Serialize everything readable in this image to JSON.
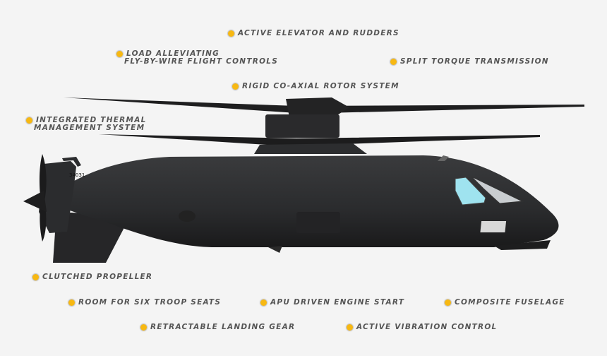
{
  "colors": {
    "background": "#f4f4f4",
    "bullet": "#f7b812",
    "text": "#555555",
    "fuselage": "#2b2c2e",
    "canopy": "#9fe3ef"
  },
  "aircraft_marking": "34031",
  "callouts": [
    {
      "id": "active-elevator",
      "lines": [
        "ACTIVE ELEVATOR AND RUDDERS"
      ]
    },
    {
      "id": "load-alleviating",
      "lines": [
        "LOAD ALLEVIATING",
        "FLY-BY-WIRE FLIGHT CONTROLS"
      ]
    },
    {
      "id": "split-torque",
      "lines": [
        "SPLIT TORQUE TRANSMISSION"
      ]
    },
    {
      "id": "rigid-coaxial",
      "lines": [
        "RIGID CO-AXIAL ROTOR SYSTEM"
      ]
    },
    {
      "id": "thermal",
      "lines": [
        "INTEGRATED THERMAL",
        "MANAGEMENT SYSTEM"
      ]
    },
    {
      "id": "clutched-propeller",
      "lines": [
        "CLUTCHED PROPELLER"
      ]
    },
    {
      "id": "troop-seats",
      "lines": [
        "ROOM FOR SIX TROOP SEATS"
      ]
    },
    {
      "id": "apu",
      "lines": [
        "APU DRIVEN ENGINE START"
      ]
    },
    {
      "id": "composite",
      "lines": [
        "COMPOSITE FUSELAGE"
      ]
    },
    {
      "id": "landing-gear",
      "lines": [
        "RETRACTABLE LANDING GEAR"
      ]
    },
    {
      "id": "vibration",
      "lines": [
        "ACTIVE VIBRATION CONTROL"
      ]
    }
  ]
}
